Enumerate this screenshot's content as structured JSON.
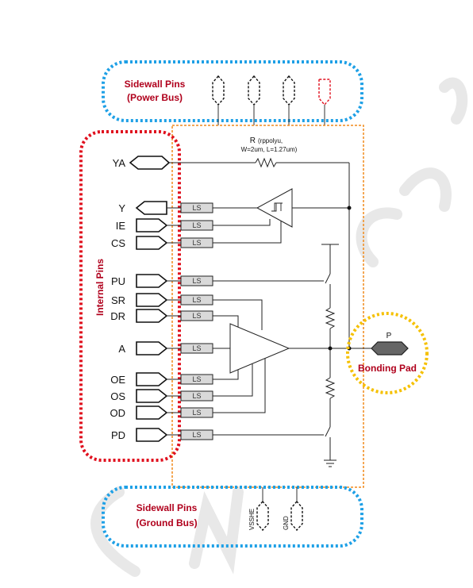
{
  "power_bus": {
    "line1": "Sidewall Pins",
    "line2": "(Power Bus)"
  },
  "ground_bus": {
    "line1": "Sidewall Pins",
    "line2": "(Ground Bus)",
    "pin_vsshe": "VSSHE",
    "pin_gnd": "GND"
  },
  "internal_pins_label": "Internal Pins",
  "resistor": {
    "name": "R",
    "spec": "(rppolyu,",
    "dims": "W=2um, L=1.27um)"
  },
  "ls_label": "LS",
  "pins": [
    "YA",
    "Y",
    "IE",
    "CS",
    "PU",
    "SR",
    "DR",
    "A",
    "OE",
    "OS",
    "OD",
    "PD"
  ],
  "pad": {
    "name": "P",
    "label": "Bonding Pad"
  },
  "colors": {
    "blue": "#1ea0e6",
    "red": "#e0101e",
    "orange": "#f08a1c",
    "yellow": "#f5c000",
    "dark_red": "#b0001c"
  }
}
